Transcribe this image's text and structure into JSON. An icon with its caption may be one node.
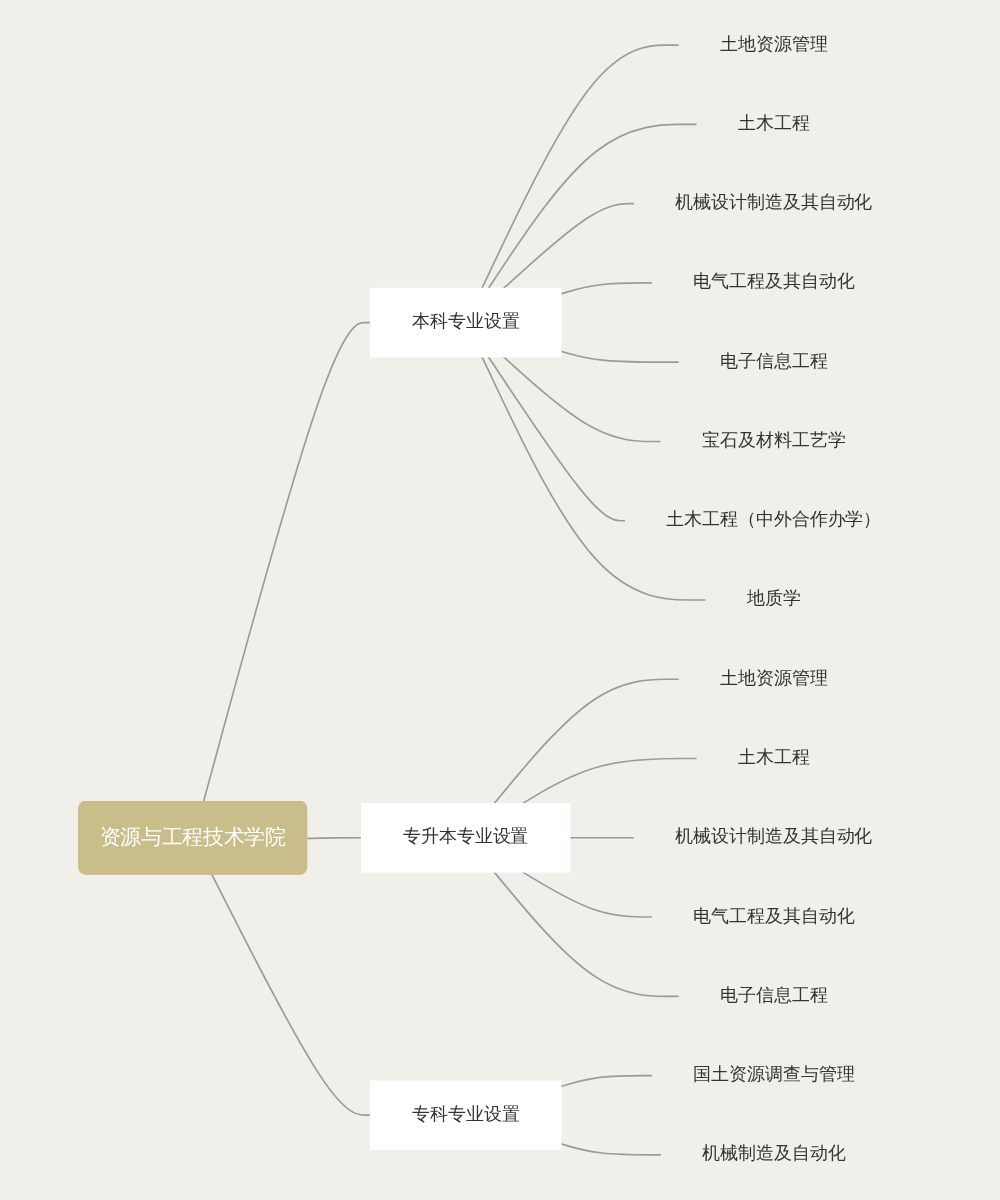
{
  "diagram": {
    "nodes": [
      {
        "text": [
          "资源与工程技术学院"
        ]
      },
      {
        "text": [
          "本科专业设置"
        ]
      },
      {
        "text": [
          "土地资源管理"
        ]
      },
      {
        "text": [
          "土木工程"
        ]
      },
      {
        "text": [
          "机械设计制造及其自动化"
        ]
      },
      {
        "text": [
          "电气工程及其自动化"
        ]
      },
      {
        "text": [
          "电子信息工程"
        ]
      },
      {
        "text": [
          "宝石及材料工艺学"
        ]
      },
      {
        "text": [
          "土木工程（中外合作办学）"
        ]
      },
      {
        "text": [
          "地质学"
        ]
      },
      {
        "text": [
          "专升本专业设置"
        ]
      },
      {
        "text": [
          "土地资源管理"
        ]
      },
      {
        "text": [
          "土木工程"
        ]
      },
      {
        "text": [
          "机械设计制造及其自动化"
        ]
      },
      {
        "text": [
          "电气工程及其自动化"
        ]
      },
      {
        "text": [
          "电子信息工程"
        ]
      },
      {
        "text": [
          "专科专业设置"
        ]
      },
      {
        "text": [
          "国土资源调查与管理"
        ]
      },
      {
        "text": [
          "机械制造及自动化"
        ]
      }
    ],
    "edges": [
      {
        "from": 0,
        "to": 1,
        "arrow": "none"
      },
      {
        "from": 1,
        "to": 2,
        "arrow": "none"
      },
      {
        "from": 1,
        "to": 3,
        "arrow": "none"
      },
      {
        "from": 1,
        "to": 4,
        "arrow": "none"
      },
      {
        "from": 1,
        "to": 5,
        "arrow": "none"
      },
      {
        "from": 1,
        "to": 6,
        "arrow": "none"
      },
      {
        "from": 1,
        "to": 7,
        "arrow": "none"
      },
      {
        "from": 1,
        "to": 8,
        "arrow": "none"
      },
      {
        "from": 1,
        "to": 9,
        "arrow": "none"
      },
      {
        "from": 0,
        "to": 10,
        "arrow": "none"
      },
      {
        "from": 10,
        "to": 11,
        "arrow": "none"
      },
      {
        "from": 10,
        "to": 12,
        "arrow": "none"
      },
      {
        "from": 10,
        "to": 13,
        "arrow": "none"
      },
      {
        "from": 10,
        "to": 14,
        "arrow": "none"
      },
      {
        "from": 10,
        "to": 15,
        "arrow": "none"
      },
      {
        "from": 0,
        "to": 16,
        "arrow": "none"
      },
      {
        "from": 16,
        "to": 17,
        "arrow": "none"
      },
      {
        "from": 16,
        "to": 18,
        "arrow": "none"
      }
    ]
  }
}
